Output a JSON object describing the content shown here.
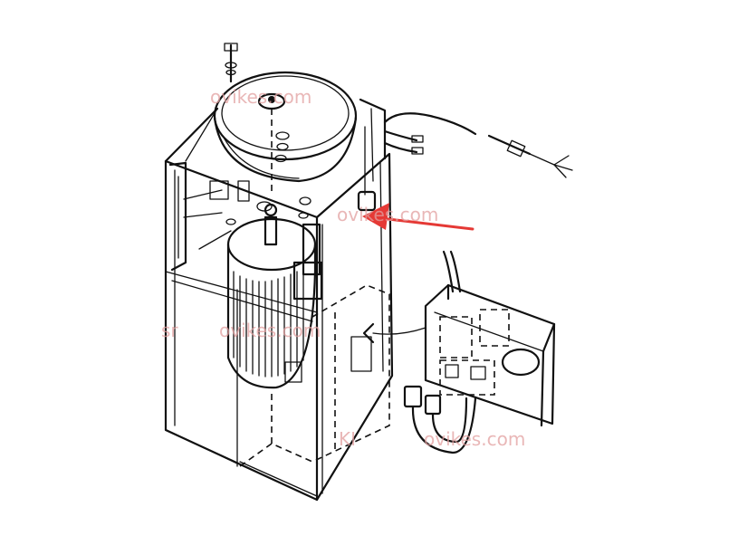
{
  "watermarks": [
    {
      "id": "wm-1",
      "text": "ovikes.com"
    },
    {
      "id": "wm-2",
      "text": "ovikes.com"
    },
    {
      "id": "wm-3",
      "text": "sr"
    },
    {
      "id": "wm-4",
      "text": "ovikes.com"
    },
    {
      "id": "wm-5",
      "text": "KI"
    },
    {
      "id": "wm-6",
      "text": "ovikes.com"
    }
  ],
  "colors": {
    "ink": "#111111",
    "arrow": "#e53935",
    "watermark": "#e2a0a0",
    "background": "#ffffff"
  },
  "annotation": {
    "type": "pointer-arrow",
    "direction": "left",
    "target": "cabinet-back-panel-edge"
  }
}
